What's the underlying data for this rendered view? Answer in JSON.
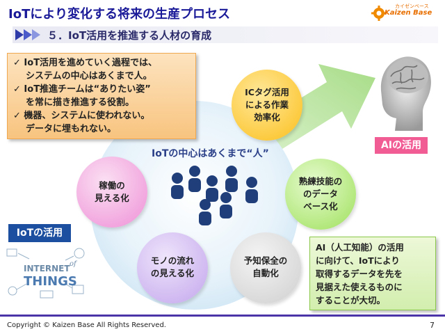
{
  "slide_title": "IoTにより変化する将来の生産プロセス",
  "logo": {
    "text": "Kaizen Base",
    "kana": "カイゼンベース"
  },
  "section_heading": "５．IoT活用を推進する人材の育成",
  "bullets": [
    "IoT活用を進めていく過程では、",
    "システムの中心はあくまで人。",
    "IoT推進チームは“ありたい姿”",
    "を常に描き推進する役割。",
    "機器、システムに使われない。",
    "データに埋もれない。"
  ],
  "center_label": "IoTの中心はあくまで“人”",
  "circles": {
    "ic_tag": [
      "ICタグ活用",
      "による作業",
      "効率化"
    ],
    "visibility": [
      "稼働の",
      "見える化"
    ],
    "skills": [
      "熟練技能の",
      "のデータ",
      "ベース化"
    ],
    "goods_flow": [
      "モノの流れ",
      "の見える化"
    ],
    "maintenance": [
      "予知保全の",
      "自動化"
    ]
  },
  "ai_label": "AIの活用",
  "iot_label": "IoTの活用",
  "iot_image_text": {
    "line1": "INTERNET",
    "of": "of",
    "line2": "THINGS"
  },
  "ai_box": [
    "AI（人工知能）の活用",
    "に向けて、IoTにより",
    "取得するデータを先を",
    "見据えた使えるものに",
    "することが大切。"
  ],
  "footer": {
    "copyright": "Copyright ©  Kaizen Base   All Rights Reserved.",
    "page": "7"
  },
  "colors": {
    "title": "#1a1a99",
    "ai_label": "#f25c95",
    "iot_label": "#1d4fa0",
    "footer_line": "#4b33a8",
    "people": "#1f3e7a",
    "arrow": "#bfe7a8"
  }
}
